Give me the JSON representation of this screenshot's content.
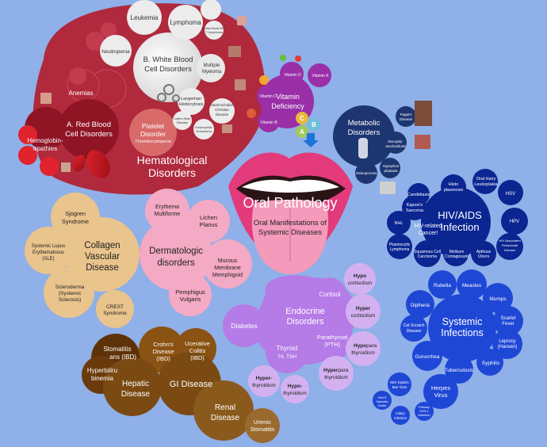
{
  "center": {
    "title": "Oral Pathology",
    "subtitle_line1": "Oral Manifestations of",
    "subtitle_line2": "Systemic Diseases"
  },
  "colors": {
    "background": "#8fb0e8",
    "hematological": "#b0293c",
    "red_cells": "#8f1424",
    "white_cells": "#e2e2e2",
    "vitamin": "#9a2fa8",
    "metabolic": "#1d3570",
    "hiv": "#0b2591",
    "systemic_infections": "#1f47d6",
    "endocrine": "#b57be6",
    "gi": "#5e3208",
    "dermatologic": "#f4a9c4",
    "collagen": "#e9c48c",
    "lips": "#e23a7a",
    "tongue": "#f49abb"
  },
  "hematological": {
    "title_line1": "Hematological",
    "title_line2": "Disorders",
    "red": {
      "title_line1": "A. Red Blood",
      "title_line2": "Cell Disorders",
      "anemias": "Anemias",
      "hemoglobinopathies_line1": "Hemoglobin-",
      "hemoglobinopathies_line2": "opathies",
      "platelet_line1": "Platelet",
      "platelet_line2": "Disorder",
      "platelet_sub": "Thrombocytopenia"
    },
    "white": {
      "title_line1": "B. White Blood",
      "title_line2": "Cell Disorders",
      "leukemia": "Leukemia",
      "lymphoma": "Lymphoma",
      "neutropenia": "Neutropenia",
      "multiple_myeloma_line1": "Multiple",
      "multiple_myeloma_line2": "Myeloma",
      "langerhans_line1": "Langerhan",
      "langerhans_line2": "Histiocytosis",
      "hand_schuller_line1": "Hand-Schuller",
      "hand_schuller_line2": "Christian",
      "hand_schuller_line3": "Disease",
      "letterer_line1": "Letter-Siwe",
      "letterer_line2": "Disease",
      "eosinophilic_line1": "Eosinophilic",
      "eosinophilic_line2": "Granuloma",
      "extra_nodal_line1": "Extra-Nodal NK/",
      "extra_nodal_line2": "T Lymphoma"
    }
  },
  "vitamin": {
    "title_line1": "Vitamin",
    "title_line2": "Deficiency",
    "items": [
      "Vitamin D",
      "Vitamin K",
      "Vitamin C",
      "Vitamin B"
    ],
    "badges": [
      "C",
      "B",
      "A"
    ]
  },
  "metabolic": {
    "title_line1": "Metabolic",
    "title_line2": "Disorders",
    "paget_line1": "Paget's",
    "paget_line2": "Disease",
    "mps_line1": "Mucopoly-",
    "mps_line2": "saccharidosis",
    "hypophos_line1": "Hypophos",
    "hypophos_line2": "phatasia",
    "osteoporosis": "Osteoporosis"
  },
  "hiv": {
    "title_line1": "HIV/AIDS",
    "title_line2": "Infection",
    "related_line1": "HIV-related",
    "related_line2": "Cancer!",
    "histo_line1": "Histo",
    "histo_line2": "plasmosis",
    "hairy_line1": "Oral Hairy",
    "hairy_line2": "Leukoplakia",
    "candidiasis": "Candidiasis",
    "hsv": "HSV",
    "kaposi_line1": "Kaposi's",
    "kaposi_line2": "Sarcoma",
    "nhl": "NHL",
    "hpv": "HPV",
    "plasmocytic_line1": "Plasmocytic",
    "plasmocytic_line2": "Lymphoma",
    "scc_line1": "Squamous Cell",
    "scc_line2": "Carcinoma",
    "molluscum_line1": "Mollsum",
    "molluscum_line2": "Contagiosum",
    "apthous_line1": "Apthous",
    "apthous_line2": "Ulcers",
    "perio_line1": "HIV Associated",
    "perio_line2": "Periodontal",
    "perio_line3": "Disease"
  },
  "systemic": {
    "title_line1": "Systemic",
    "title_line2": "Infections",
    "rubella": "Rubella",
    "measles": "Measles",
    "mumps": "Mumps",
    "diptheria": "Diptheria",
    "scarlet_line1": "Scarlet",
    "scarlet_line2": "Fever",
    "catscratch_line1": "Cat Scratch",
    "catscratch_line2": "Disease",
    "leprosy_line1": "Leprosy",
    "leprosy_line2": "(Hansen)",
    "gonorrhea": "Gonorrhea",
    "syphilis": "Syphilis",
    "tuberculosis": "Tuberculosis",
    "herpes_line1": "Herpes",
    "herpes_line2": "Virus",
    "ebv_line1": "EBV Epstein",
    "ebv_line2": "Barr Virus",
    "vzv_line1": "HHV3",
    "vzv_line2": "Varicella",
    "vzv_line3": "Zoster",
    "hsv1_line1": "Primary",
    "hsv1_line2": "HSV-1",
    "hsv1_line3": "Infection",
    "indary_line1": "Indary",
    "indary_line2": "Infection"
  },
  "endocrine": {
    "title_line1": "Endocrine",
    "title_line2": "Disorders",
    "cortisol": "Cortisol",
    "diabetes": "Diabetes",
    "thyroid_line1": "Thyroid",
    "thyroid_line2": "T4, TSH",
    "parathyroid_line1": "Parathyroid",
    "parathyroid_line2": "(PTH)",
    "hypocort_bold": "Hypo",
    "hypocort_rest": "cortisolism",
    "hypercort_bold": "Hyper",
    "hypercort_rest": "cortisolism",
    "hypopara_bold": "Hypo",
    "hypopara_mid": "para",
    "hypopara_rest": "thyroidism",
    "hyperpara_bold": "Hyper",
    "hyperpara_mid": "para",
    "hyperpara_rest": "thyroidism",
    "hyperthy_bold": "Hyper-",
    "hyperthy_rest": "thyroidism",
    "hypothy_bold": "Hypo-",
    "hypothy_rest": "thyroidism"
  },
  "gi": {
    "title": "GI Disease",
    "crohns_line1": "Crohn's",
    "crohns_line2": "Disease",
    "crohns_line3": "(IBD)",
    "colitis_line1": "Ucerative",
    "colitis_line2": "Colitis",
    "colitis_line3": "(IBD)",
    "stomatitis_line1": "Stomatitis",
    "stomatitis_line2": "ans (IBD)",
    "hyperbili_line1": "Hyperbiliru",
    "hyperbili_line2": "binemia",
    "hepatic_line1": "Hepatic",
    "hepatic_line2": "Disease",
    "renal_line1": "Renal",
    "renal_line2": "Disease",
    "uremic_line1": "Uremic",
    "uremic_line2": "Stomatitis"
  },
  "dermatologic": {
    "title_line1": "Dermatologic",
    "title_line2": "disorders",
    "erythema_line1": "Erythema",
    "erythema_line2": "Multiforme",
    "lichen_line1": "Lichen",
    "lichen_line2": "Planus",
    "mmp_line1": "Mucous",
    "mmp_line2": "Membrane",
    "mmp_line3": "Memphigoid",
    "pemphigus_line1": "Pemphigus",
    "pemphigus_line2": "Vulgaris"
  },
  "collagen": {
    "title_line1": "Collagen",
    "title_line2": "Vascular",
    "title_line3": "Disease",
    "sjogren_line1": "Sjogren",
    "sjogren_line2": "Syndrome",
    "sle_line1": "Systemic Lupus",
    "sle_line2": "Erythematosus",
    "sle_line3": "(SLE)",
    "scleroderma_line1": "Scleroderma",
    "scleroderma_line2": "(Systemic",
    "scleroderma_line3": "Sclerosis)",
    "crest_line1": "CREST",
    "crest_line2": "Syndrome"
  }
}
